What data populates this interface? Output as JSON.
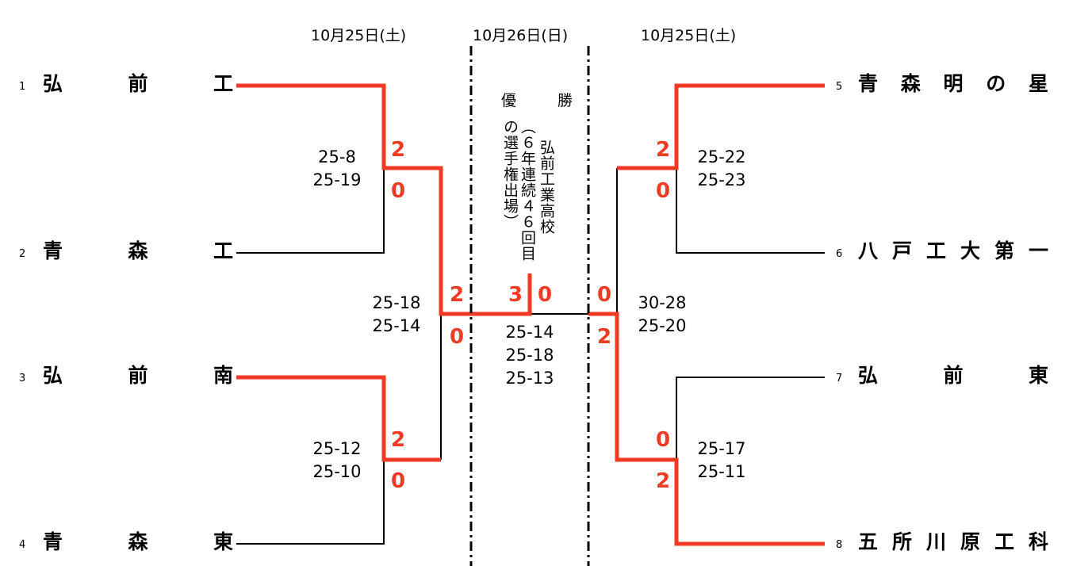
{
  "dates": {
    "left": "10月25日(土)",
    "center": "10月26日(日)",
    "right": "10月25日(土)"
  },
  "teams": [
    {
      "seed": "1",
      "name": "弘前工"
    },
    {
      "seed": "2",
      "name": "青森工"
    },
    {
      "seed": "3",
      "name": "弘前南"
    },
    {
      "seed": "4",
      "name": "青森東"
    },
    {
      "seed": "5",
      "name": "青森明の星"
    },
    {
      "seed": "6",
      "name": "八戸工大第一"
    },
    {
      "seed": "7",
      "name": "弘前東"
    },
    {
      "seed": "8",
      "name": "五所川原工科"
    }
  ],
  "matches": [
    {
      "top": "2",
      "bottom": "0",
      "sets": [
        "25-8",
        "25-19"
      ]
    },
    {
      "top": "2",
      "bottom": "0",
      "sets": [
        "25-12",
        "25-10"
      ]
    },
    {
      "top": "2",
      "bottom": "0",
      "sets": [
        "25-18",
        "25-14"
      ]
    },
    {
      "top": "2",
      "bottom": "0",
      "sets": [
        "25-22",
        "25-23"
      ]
    },
    {
      "top": "0",
      "bottom": "2",
      "sets": [
        "25-17",
        "25-11"
      ]
    },
    {
      "top": "0",
      "bottom": "2",
      "sets": [
        "30-28",
        "25-20"
      ]
    },
    {
      "left": "3",
      "right": "0",
      "sets": [
        "25-14",
        "25-18",
        "25-13"
      ]
    }
  ],
  "champion": {
    "label_a": "優",
    "label_b": "勝",
    "school": "弘前工業高校",
    "note": "（６年連続４６回目の選手権出場）"
  },
  "colors": {
    "winner": "#ef3b24",
    "line": "#000000"
  }
}
